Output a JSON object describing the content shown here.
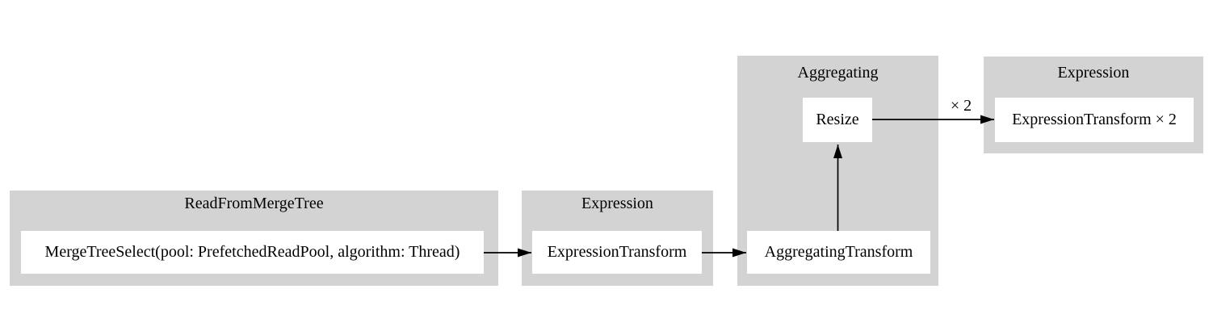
{
  "diagram": {
    "type": "pipeline-graph",
    "background": "#ffffff",
    "colors": {
      "cluster_fill": "#d3d3d3",
      "node_fill": "#ffffff",
      "edge_stroke": "#000000",
      "text": "#000000"
    },
    "clusters": [
      {
        "label": "ReadFromMergeTree"
      },
      {
        "label": "Expression"
      },
      {
        "label": "Aggregating"
      },
      {
        "label": "Expression"
      }
    ],
    "nodes": [
      {
        "label": "MergeTreeSelect(pool: PrefetchedReadPool, algorithm: Thread)",
        "cluster": "ReadFromMergeTree"
      },
      {
        "label": "ExpressionTransform",
        "cluster": "Expression"
      },
      {
        "label": "Resize",
        "cluster": "Aggregating"
      },
      {
        "label": "AggregatingTransform",
        "cluster": "Aggregating"
      },
      {
        "label": "ExpressionTransform × 2",
        "cluster": "Expression"
      }
    ],
    "edges": [
      {
        "from": "MergeTreeSelect(pool: PrefetchedReadPool, algorithm: Thread)",
        "to": "ExpressionTransform",
        "label": ""
      },
      {
        "from": "ExpressionTransform",
        "to": "AggregatingTransform",
        "label": ""
      },
      {
        "from": "AggregatingTransform",
        "to": "Resize",
        "label": ""
      },
      {
        "from": "Resize",
        "to": "ExpressionTransform × 2",
        "label": "× 2"
      }
    ]
  }
}
